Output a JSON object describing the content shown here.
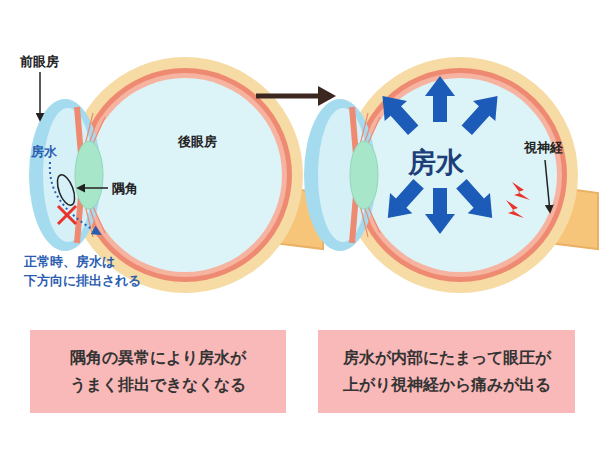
{
  "diagram": {
    "nodes": [
      {
        "text": [
          "隅角の異常により房水が うまく排出できなくなる"
        ]
      },
      {
        "text": [
          "房水が内部にたまって眼圧が 上がり視神経から痛みが出る"
        ]
      }
    ],
    "labels": [
      "前眼房",
      "房水",
      "隅角",
      "後眼房",
      "正常時、房水は 下方向に排出される",
      "房水",
      "視神経"
    ]
  }
}
